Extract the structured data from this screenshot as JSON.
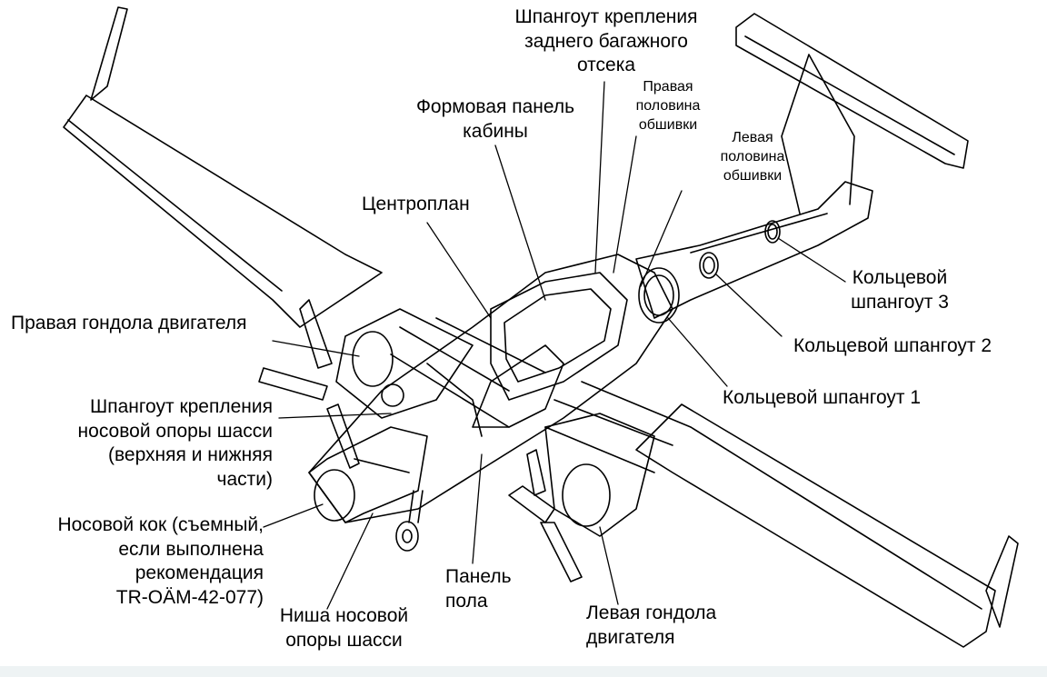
{
  "colors": {
    "line": "#000000",
    "background": "#ffffff",
    "footer": "#eef3f4"
  },
  "labels": {
    "rear_baggage_frame": "Шпангоут крепления\nзаднего багажного\nотсека",
    "right_skin_half": "Правая\nполовина\nобшивки",
    "left_skin_half": "Левая\nполовина\nобшивки",
    "cabin_panel": "Формовая панель\nкабины",
    "center_section": "Центроплан",
    "right_engine_nacelle": "Правая гондола двигателя",
    "nose_gear_frame": "Шпангоут крепления\nносовой опоры шасси\n(верхняя и нижняя\nчасти)",
    "nose_cone": "Носовой кок (съемный,\nесли выполнена\nрекомендация\nTR-OÄM-42-077)",
    "nose_gear_well": "Ниша носовой\nопоры шасси",
    "floor_panel": "Панель\nпола",
    "left_engine_nacelle": "Левая гондола\nдвигателя",
    "ring_frame_1": "Кольцевой шпангоут 1",
    "ring_frame_2": "Кольцевой шпангоут 2",
    "ring_frame_3": "Кольцевой\nшпангоут 3"
  }
}
